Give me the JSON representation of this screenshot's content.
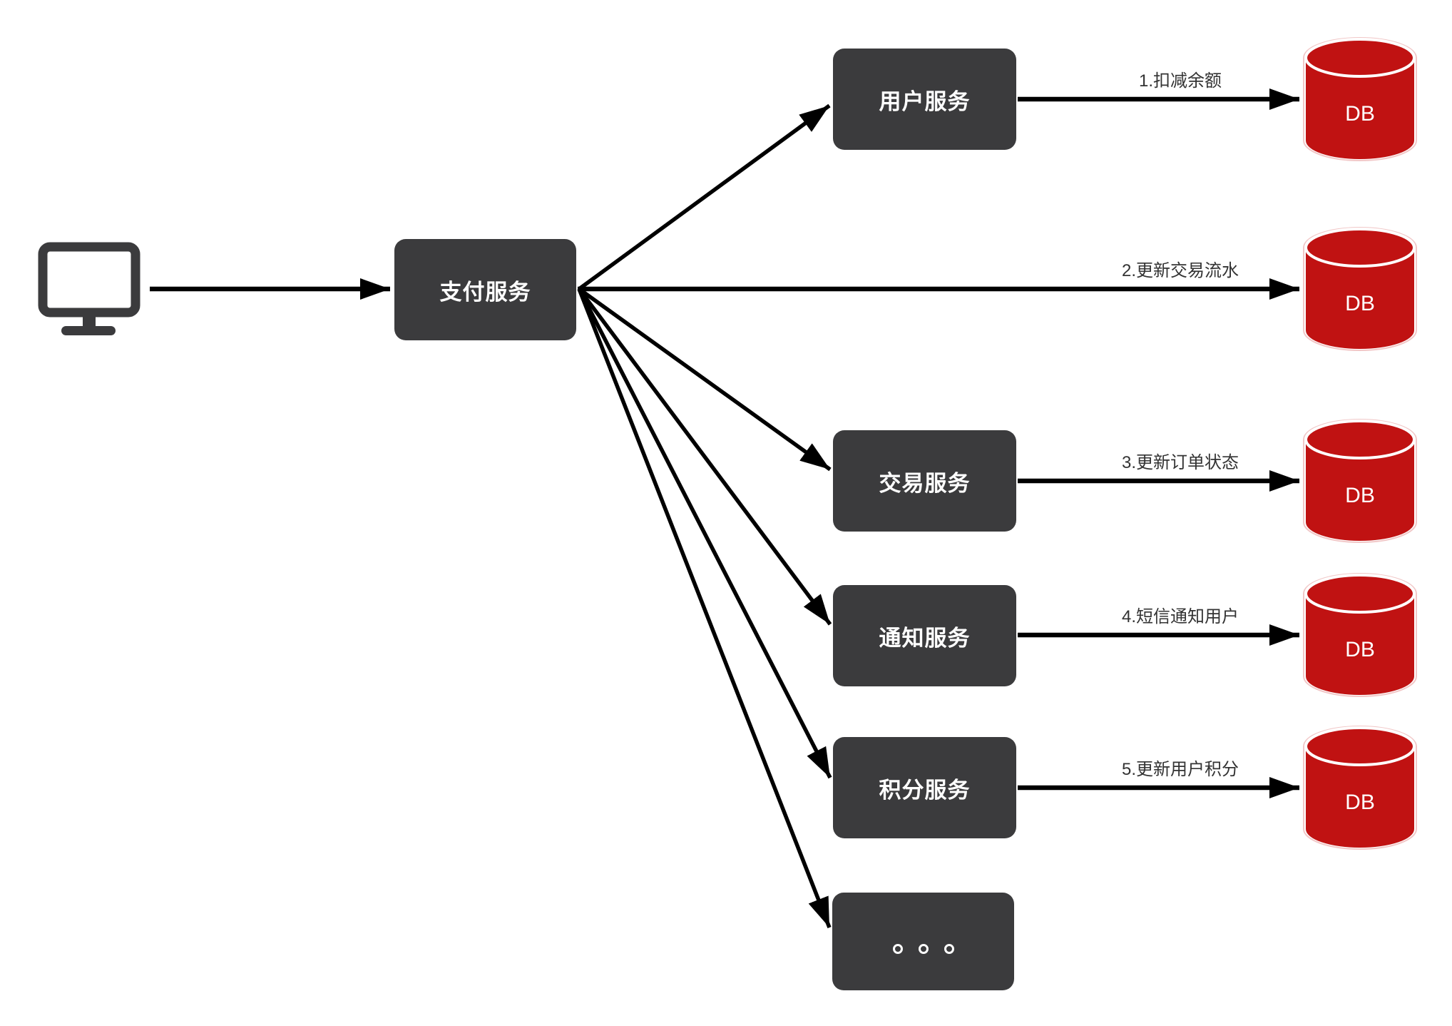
{
  "colors": {
    "node_bg": "#3b3b3d",
    "node_text": "#ffffff",
    "db_red": "#c01212",
    "db_halo": "#f1c7c7",
    "arrow": "#000000",
    "edge_text": "#333333",
    "background": "#ffffff"
  },
  "nodes": {
    "client_icon": "monitor-icon",
    "payment": "支付服务",
    "user": "用户服务",
    "trade": "交易服务",
    "notify": "通知服务",
    "points": "积分服务"
  },
  "more": {
    "text": "。。。",
    "dots": 3
  },
  "edges": {
    "e1": "1.扣减余额",
    "e2": "2.更新交易流水",
    "e3": "3.更新订单状态",
    "e4": "4.短信通知用户",
    "e5": "5.更新用户积分"
  },
  "databases": [
    "DB",
    "DB",
    "DB",
    "DB",
    "DB"
  ]
}
